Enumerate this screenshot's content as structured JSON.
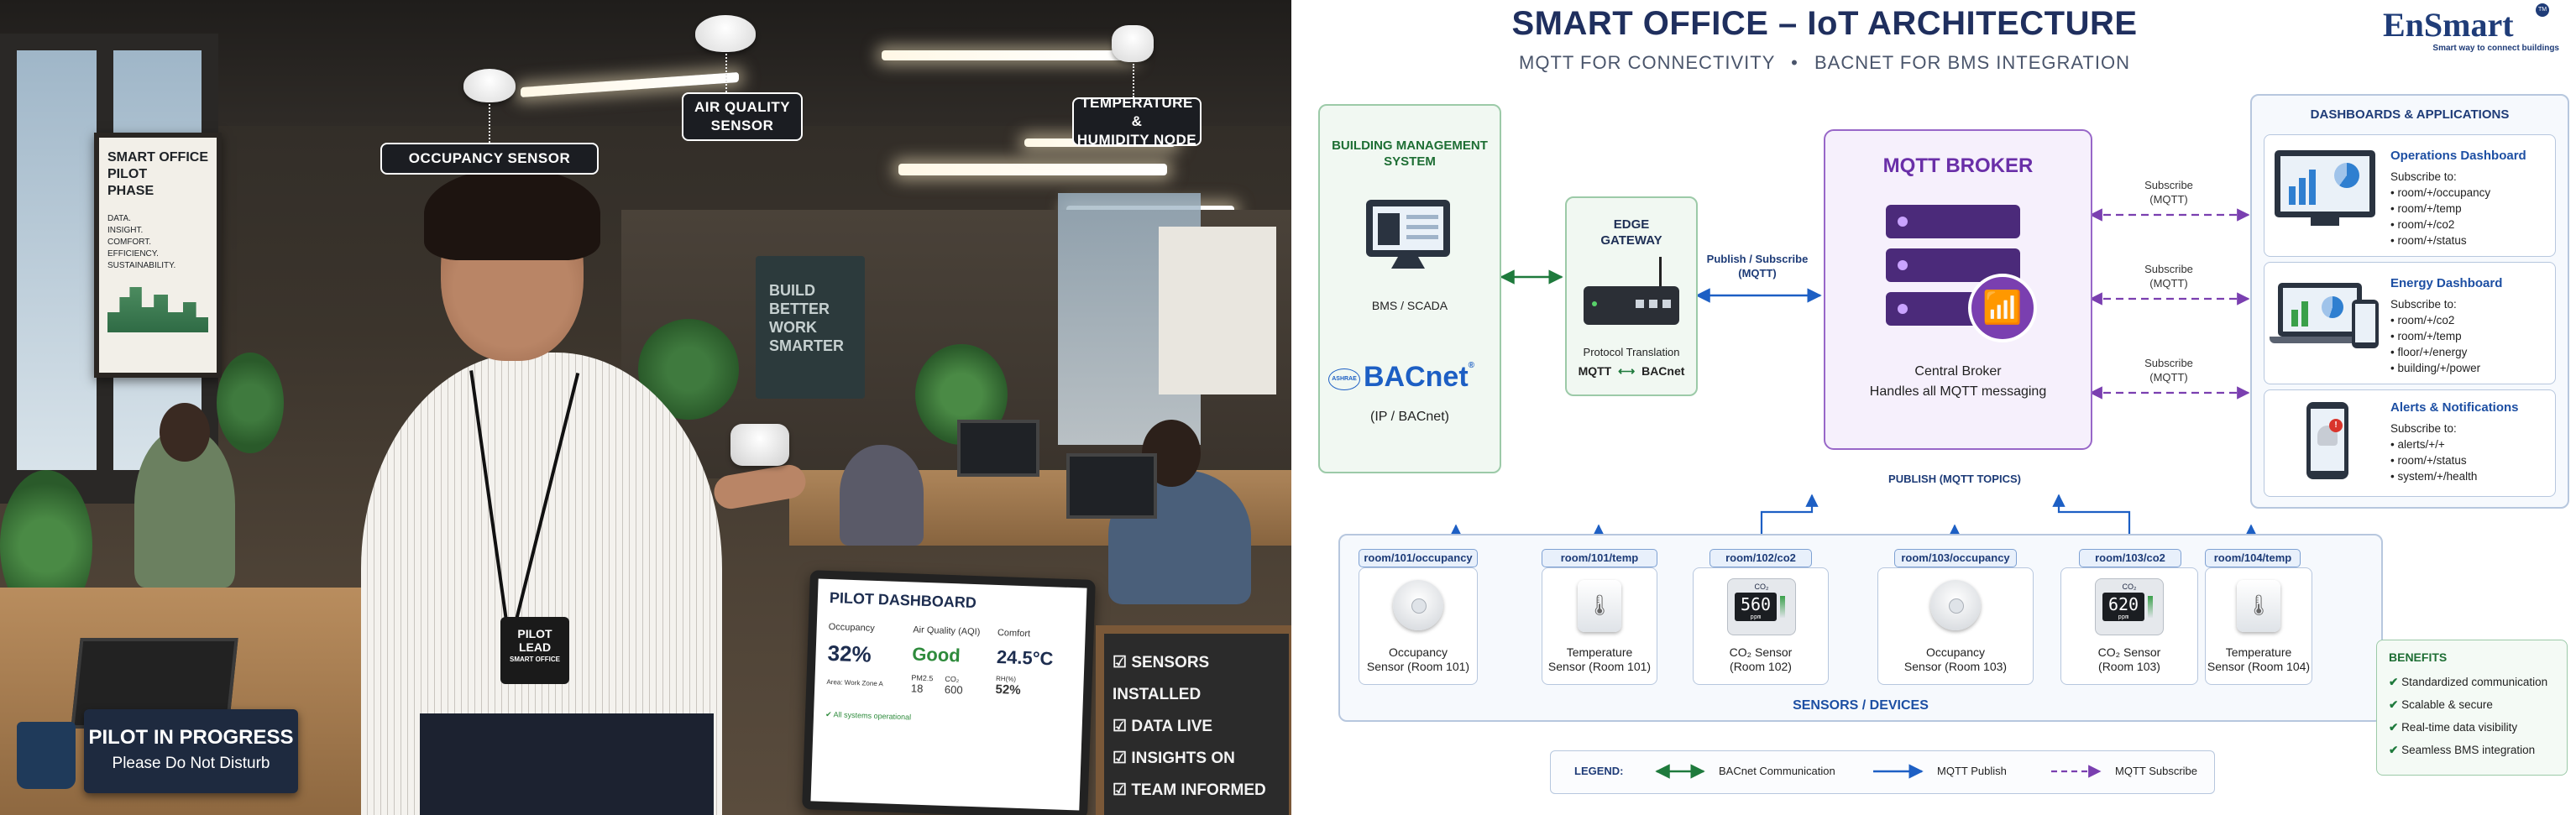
{
  "photo": {
    "callouts": {
      "occupancy": "OCCUPANCY SENSOR",
      "air_quality_1": "AIR QUALITY",
      "air_quality_2": "SENSOR",
      "temp_1": "TEMPERATURE &",
      "temp_2": "HUMIDITY NODE"
    },
    "wall_sign": {
      "title_1": "SMART OFFICE",
      "title_2": "PILOT",
      "title_3": "PHASE",
      "lines": [
        "DATA.",
        "INSIGHT.",
        "COMFORT.",
        "EFFICIENCY.",
        "SUSTAINABILITY."
      ]
    },
    "back_sign": [
      "BUILD",
      "BETTER",
      "WORK",
      "SMARTER"
    ],
    "badge": {
      "line1": "PILOT",
      "line2": "LEAD",
      "line3": "SMART OFFICE"
    },
    "desk_sign": {
      "title": "PILOT IN PROGRESS",
      "subtitle": "Please Do Not Disturb"
    },
    "tablet": {
      "title": "PILOT DASHBOARD",
      "occupancy_label": "Occupancy",
      "occupancy_value": "32%",
      "occupancy_note": "Area: Work Zone A",
      "aq_label": "Air Quality (AQI)",
      "aq_value": "Good",
      "pm_label": "PM2.5",
      "pm_value": "18",
      "co2_label": "CO₂",
      "co2_value": "600",
      "comfort_label": "Comfort",
      "comfort_value": "24.5°C",
      "rh_label": "RH(%)",
      "rh_value": "52%",
      "status": "All systems operational"
    },
    "chalkboard": [
      "SENSORS INSTALLED",
      "DATA LIVE",
      "INSIGHTS ON",
      "TEAM INFORMED"
    ]
  },
  "diagram": {
    "title": "SMART OFFICE – IoT ARCHITECTURE",
    "subtitle_left": "MQTT FOR CONNECTIVITY",
    "subtitle_sep": "•",
    "subtitle_right": "BACNET FOR BMS INTEGRATION",
    "logo": {
      "name": "EnSmart",
      "tm": "TM",
      "tagline": "Smart way to connect buildings"
    },
    "bms": {
      "title_1": "BUILDING MANAGEMENT",
      "title_2": "SYSTEM",
      "monitor_label": "BMS / SCADA",
      "bacnet_brand": "BACnet",
      "ashrae": "ASHRAE",
      "protocol": "(IP / BACnet)"
    },
    "gateway": {
      "title_1": "EDGE",
      "title_2": "GATEWAY",
      "caption": "Protocol Translation",
      "left": "MQTT",
      "arrow": "⟷",
      "right": "BACnet"
    },
    "gw_to_broker_label_1": "Publish / Subscribe",
    "gw_to_broker_label_2": "(MQTT)",
    "broker": {
      "title": "MQTT BROKER",
      "line1": "Central Broker",
      "line2": "Handles all MQTT messaging"
    },
    "subscribe_label_1": "Subscribe",
    "subscribe_label_2": "(MQTT)",
    "apps": {
      "title": "DASHBOARDS & APPLICATIONS",
      "subscribe_to": "Subscribe to:",
      "cards": [
        {
          "title": "Operations Dashboard",
          "topics": [
            "room/+/occupancy",
            "room/+/temp",
            "room/+/co2",
            "room/+/status"
          ]
        },
        {
          "title": "Energy Dashboard",
          "topics": [
            "room/+/co2",
            "room/+/temp",
            "floor/+/energy",
            "building/+/power"
          ]
        },
        {
          "title": "Alerts & Notifications",
          "topics": [
            "alerts/+/+",
            "room/+/status",
            "system/+/health"
          ]
        }
      ]
    },
    "publish_label": "PUBLISH (MQTT TOPICS)",
    "sensors_title": "SENSORS / DEVICES",
    "devices": [
      {
        "topic": "room/101/occupancy",
        "line1": "Occupancy",
        "line2": "Sensor (Room 101)",
        "kind": "occupancy"
      },
      {
        "topic": "room/101/temp",
        "line1": "Temperature",
        "line2": "Sensor (Room 101)",
        "kind": "thermo"
      },
      {
        "topic": "room/102/co2",
        "line1": "CO₂ Sensor",
        "line2": "(Room 102)",
        "kind": "co2",
        "reading": "560",
        "unit_top": "CO₂",
        "unit_bottom": "ppm"
      },
      {
        "topic": "room/103/occupancy",
        "line1": "Occupancy",
        "line2": "Sensor (Room 103)",
        "kind": "occupancy"
      },
      {
        "topic": "room/103/co2",
        "line1": "CO₂ Sensor",
        "line2": "(Room 103)",
        "kind": "co2",
        "reading": "620",
        "unit_top": "CO₂",
        "unit_bottom": "ppm"
      },
      {
        "topic": "room/104/temp",
        "line1": "Temperature",
        "line2": "Sensor (Room 104)",
        "kind": "thermo"
      }
    ],
    "legend": {
      "title": "LEGEND:",
      "bacnet": "BACnet Communication",
      "publish": "MQTT Publish",
      "subscribe": "MQTT Subscribe"
    },
    "benefits": {
      "title": "BENEFITS",
      "items": [
        "Standardized communication",
        "Scalable & secure",
        "Real-time data visibility",
        "Seamless BMS integration"
      ]
    },
    "colors": {
      "navy": "#1f3c78",
      "purple": "#7a3fb0",
      "green": "#1e7a3c",
      "blue": "#1d5fc4"
    }
  }
}
